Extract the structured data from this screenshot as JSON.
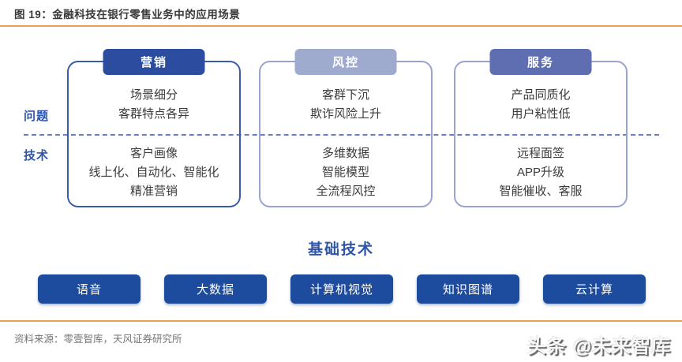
{
  "figure": {
    "title": "图 19：金融科技在银行零售业务中的应用场景",
    "source": "资料来源：零壹智库，天风证券研究所",
    "watermark": "头条 @未来智库"
  },
  "row_labels": {
    "problem": "问题",
    "technology": "技术"
  },
  "columns": [
    {
      "header": "营销",
      "header_color": "#2C4D9F",
      "border_color": "#3A5BA9",
      "problems": [
        "场景细分",
        "客群特点各异"
      ],
      "technologies": [
        "客户画像",
        "线上化、自动化、智能化",
        "精准营销"
      ]
    },
    {
      "header": "风控",
      "header_color": "#9FAACF",
      "border_color": "#99A3CE",
      "problems": [
        "客群下沉",
        "欺诈风险上升"
      ],
      "technologies": [
        "多维数据",
        "智能模型",
        "全流程风控"
      ]
    },
    {
      "header": "服务",
      "header_color": "#5E6EB0",
      "border_color": "#99A3CE",
      "problems": [
        "产品同质化",
        "用户粘性低"
      ],
      "technologies": [
        "远程面签",
        "APP升级",
        "智能催收、客服"
      ]
    }
  ],
  "base_technologies": {
    "heading": "基础技术",
    "items": [
      "语音",
      "大数据",
      "计算机视觉",
      "知识图谱",
      "云计算"
    ]
  },
  "colors": {
    "accent_rule": "#E9A054",
    "button_bg": "#1D4C9F",
    "dashed_line": "#6B7FB8",
    "label_text": "#2E55A8"
  }
}
